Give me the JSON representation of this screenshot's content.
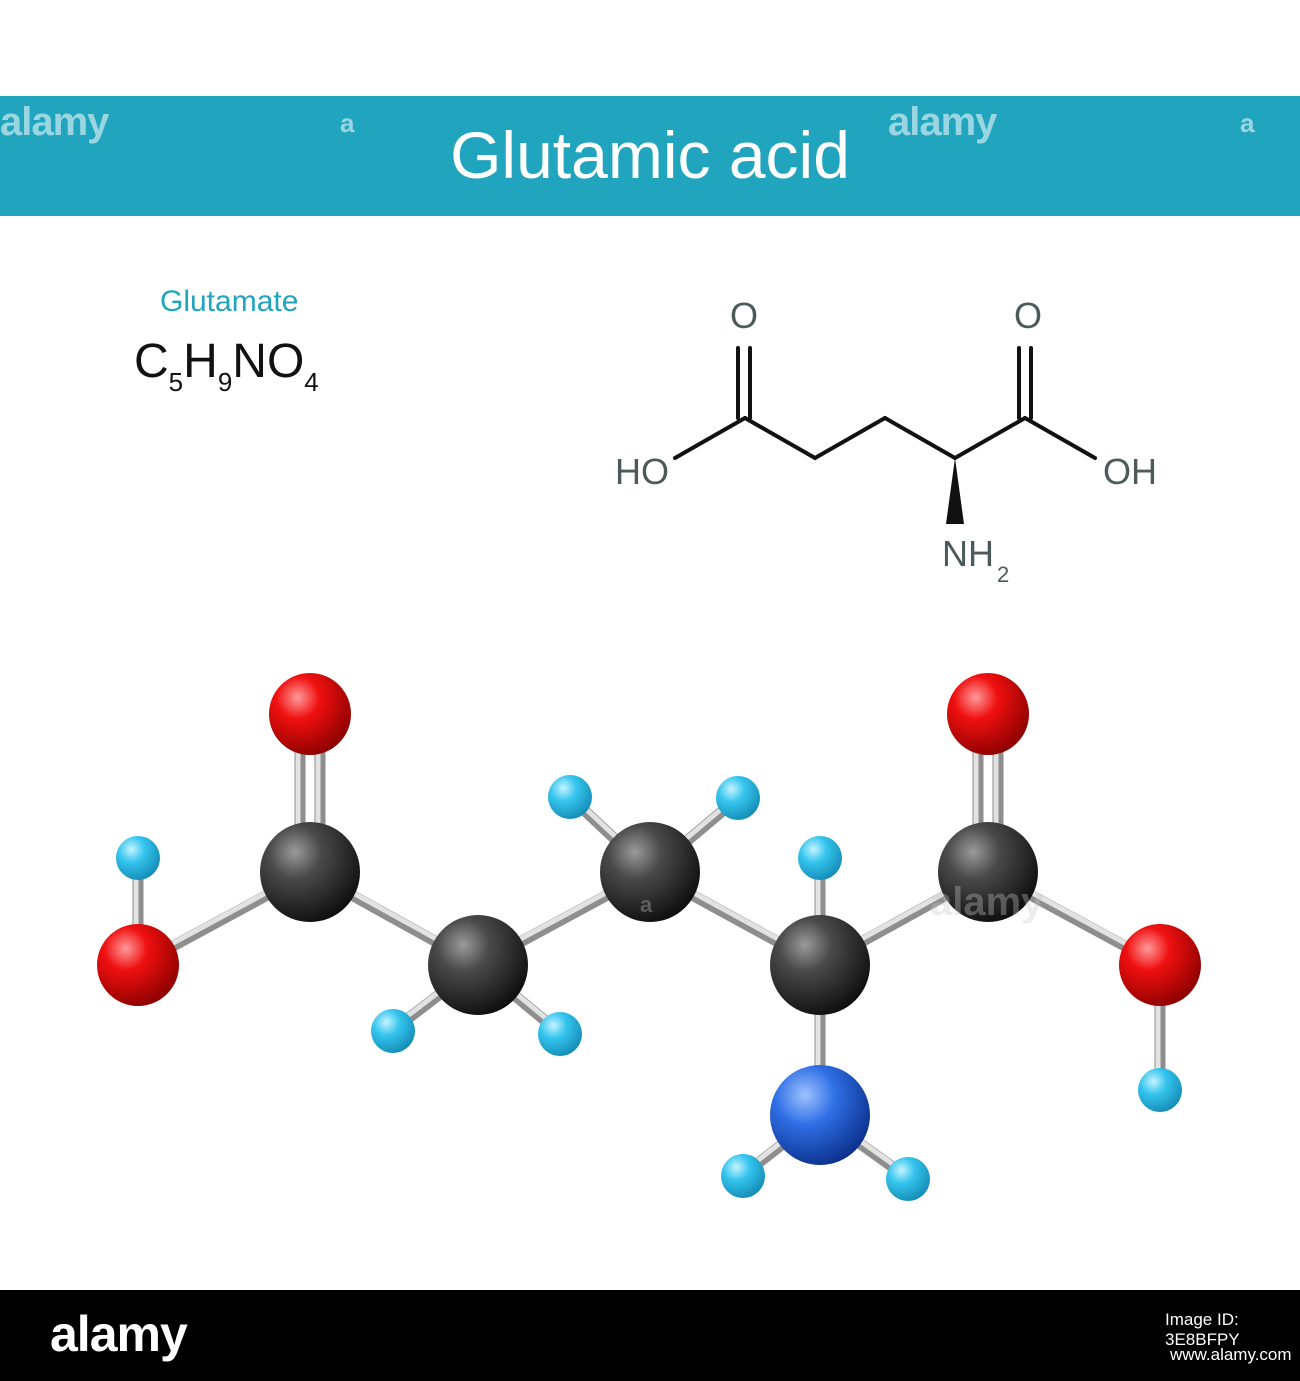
{
  "title": "Glutamic acid",
  "synonym": "Glutamate",
  "formula": {
    "parts": [
      {
        "sym": "C",
        "sub": "5"
      },
      {
        "sym": "H",
        "sub": "9"
      },
      {
        "sym": "N",
        "sub": ""
      },
      {
        "sym": "O",
        "sub": "4"
      }
    ]
  },
  "skeletal": {
    "labels": {
      "o_left": "O",
      "o_right": "O",
      "ho_left": "HO",
      "oh_right": "OH",
      "nh2": "NH",
      "nh2_sub": "2"
    }
  },
  "atom_colors": {
    "carbon": "#3a3a3a",
    "oxygen": "#e00000",
    "hydrogen": "#35c5ee",
    "nitrogen": "#1f5fd6"
  },
  "watermarks": {
    "brand": "alamy",
    "mark": "a"
  },
  "footer": {
    "logo": "alamy",
    "image_id": "Image ID: 3E8BFPY",
    "url": "www.alamy.com"
  }
}
